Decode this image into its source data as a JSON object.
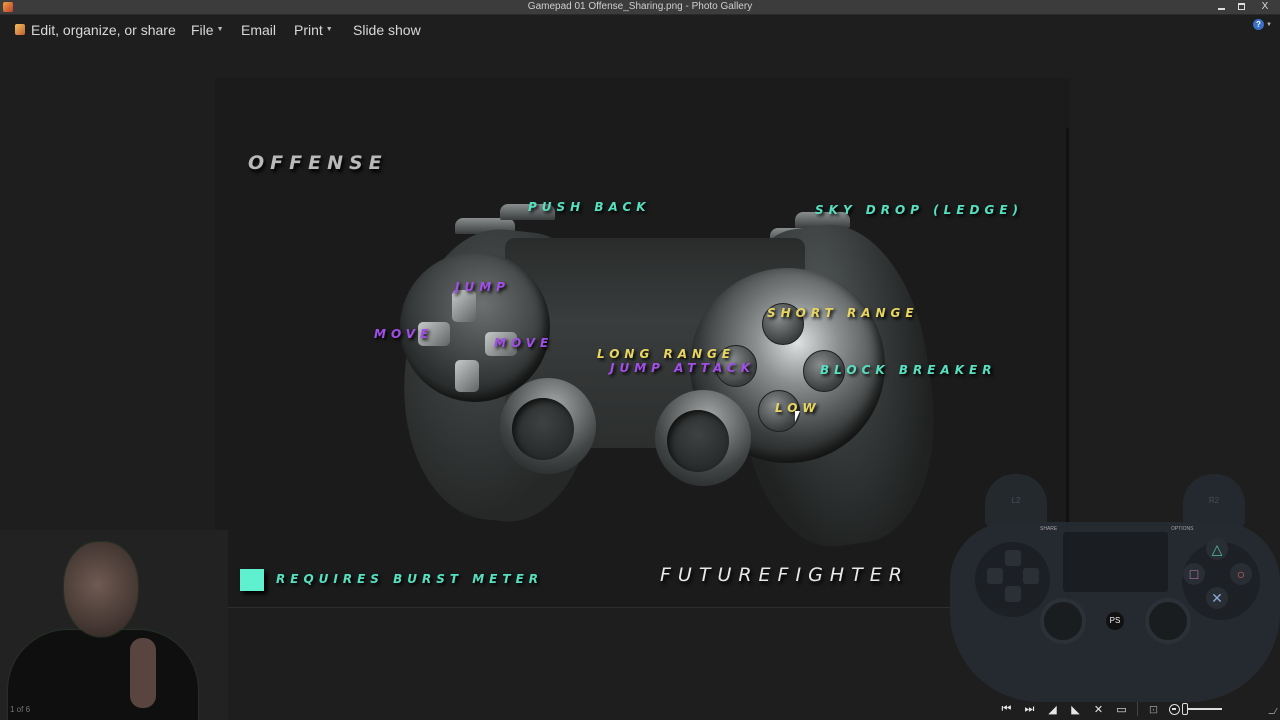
{
  "window": {
    "title": "Gamepad 01 Offense_Sharing.png - Photo Gallery",
    "controls": {
      "minimize": "minimize",
      "maximize": "restore",
      "close": "X"
    }
  },
  "menubar": {
    "items": [
      {
        "label": "Edit, organize, or share",
        "icon": "edit-icon",
        "has_dropdown": false
      },
      {
        "label": "File",
        "has_dropdown": true
      },
      {
        "label": "Email",
        "has_dropdown": false
      },
      {
        "label": "Print",
        "has_dropdown": true
      },
      {
        "label": "Slide show",
        "has_dropdown": false
      }
    ],
    "help_icon": "?"
  },
  "photo": {
    "heading": "Offense",
    "labels": {
      "push_back": "Push Back",
      "sky_drop": "Sky Drop (Ledge)",
      "jump": "Jump",
      "move_left": "Move",
      "move_right": "Move",
      "short_range": "Short Range",
      "long_range": "Long Range",
      "jump_attack": "Jump Attack",
      "block_breaker": "Block Breaker",
      "low": "Low"
    },
    "legend": "Requires Burst Meter",
    "brand": "FutureFighter",
    "colors": {
      "teal": "#57e0c0",
      "purple": "#a24ee8",
      "yellow": "#e8d660",
      "swatch": "#5ff0d0"
    }
  },
  "overlay_controller": {
    "l2": "L2",
    "r2": "R2",
    "share": "SHARE",
    "options": "OPTIONS",
    "buttons": {
      "triangle": "△",
      "circle": "○",
      "square": "□",
      "cross": "✕"
    },
    "ps": "PS"
  },
  "webcam": {
    "counter": "1 of 6"
  },
  "bottom_toolbar": {
    "previous": "⏮",
    "next": "⏭",
    "rotate_left": "◢",
    "rotate_right": "◣",
    "delete": "✕",
    "slideshow": "▭",
    "actual_size": "⊡"
  }
}
